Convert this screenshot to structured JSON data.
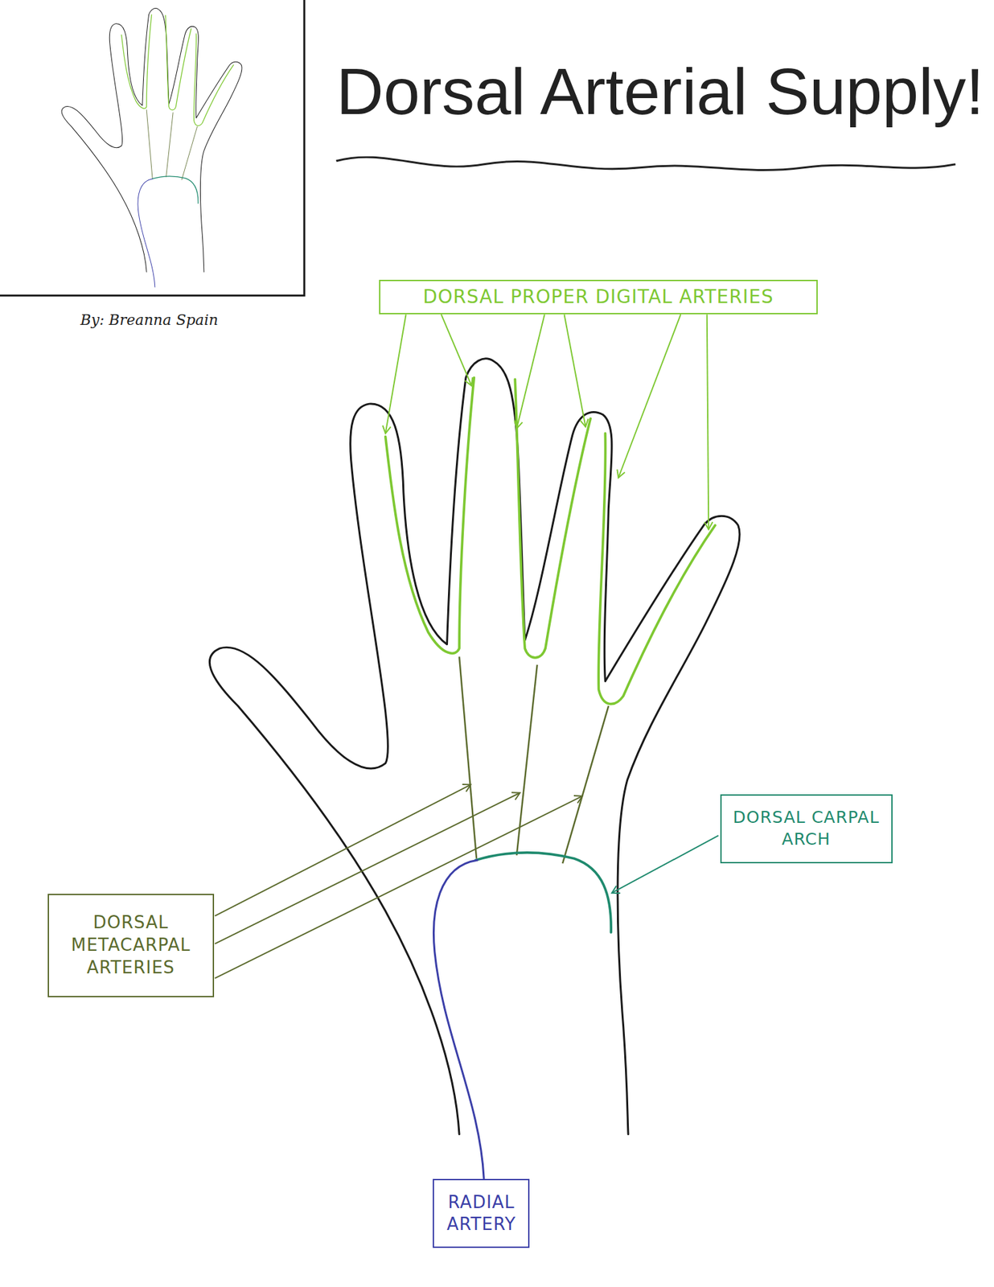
{
  "diagram": {
    "title": "Dorsal Arterial Supply!",
    "nodes": [
      {
        "text": [
          "DORSAL PROPER DIGITAL ARTERIES"
        ]
      },
      {
        "text": [
          "DORSAL CARPAL ARCH"
        ]
      },
      {
        "text": [
          "DORSAL METACARPAL ARTERIES"
        ]
      },
      {
        "text": [
          "RADIAL ARTERY"
        ]
      }
    ],
    "labels": [
      "By: Breanna Spain"
    ]
  }
}
